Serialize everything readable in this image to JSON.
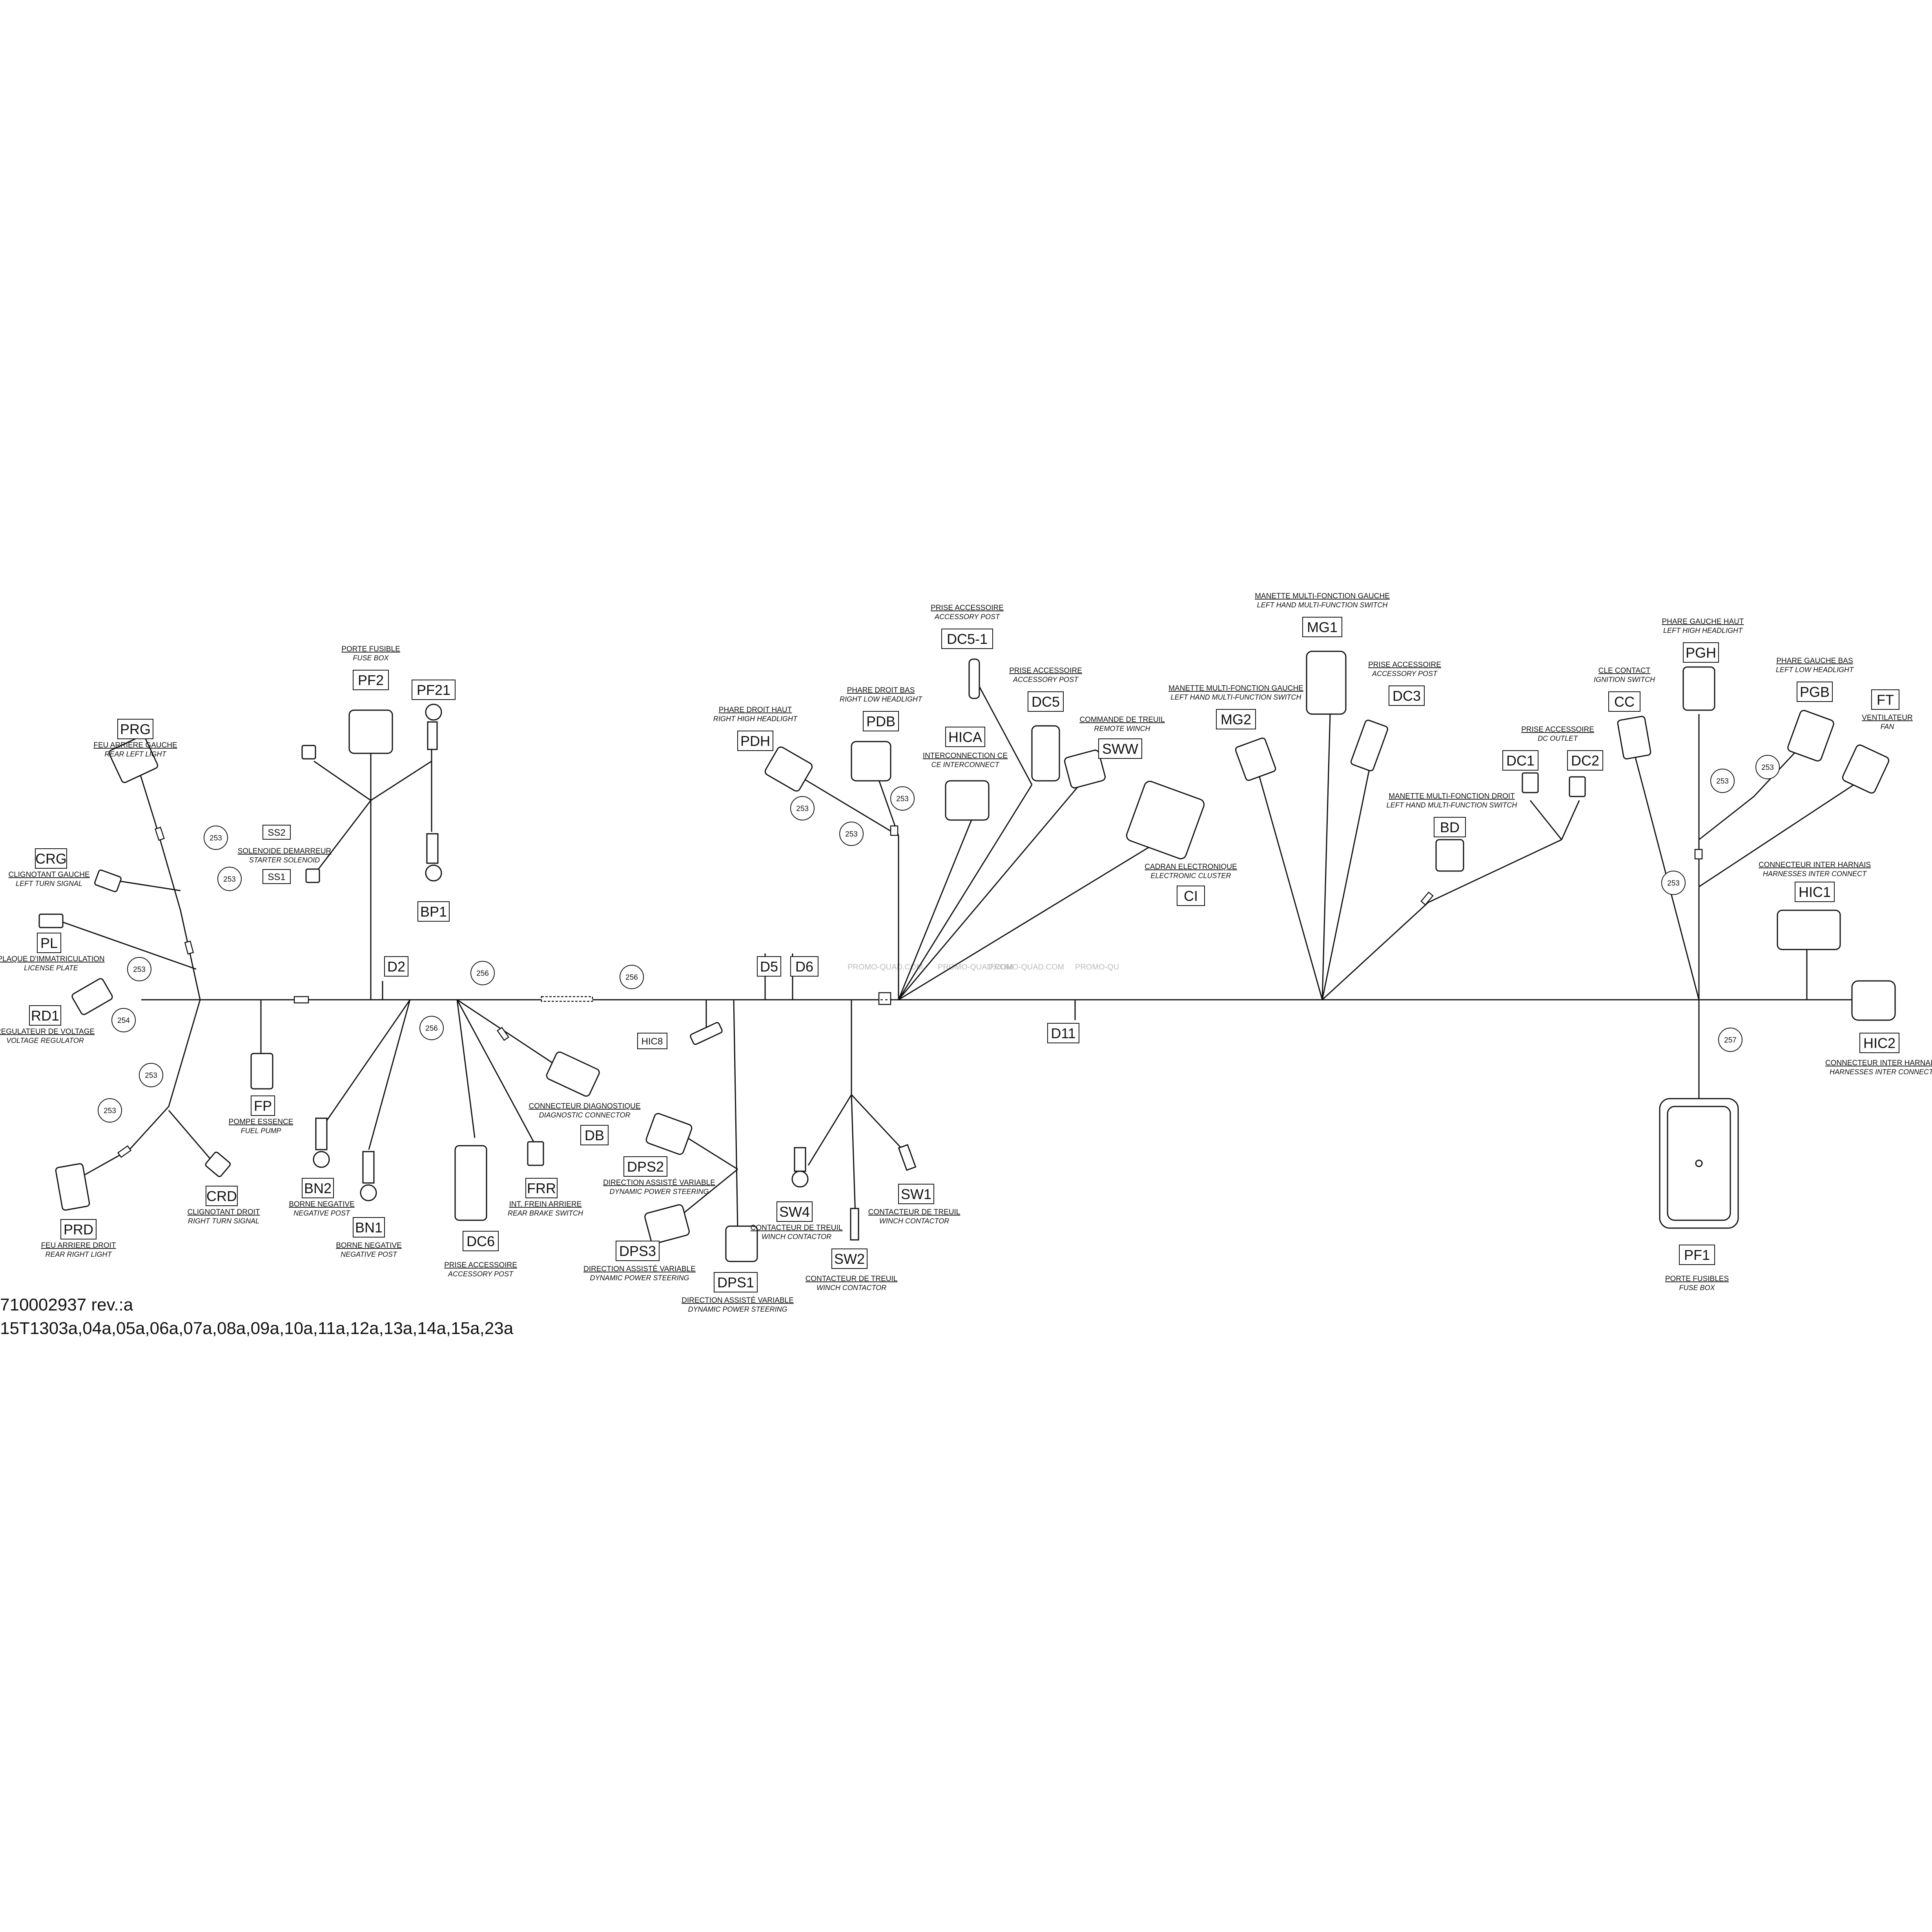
{
  "footer": {
    "part_number": "710002937 rev.:a",
    "applicability": "15T1303a,04a,05a,06a,07a,08a,09a,10a,11a,12a,13a,14a,15a,23a"
  },
  "watermark": [
    "PROMO-QUAD.COM",
    "PROMO-QUAD.COM",
    "PROMO-QUAD.COM",
    "PROMO-QU"
  ],
  "connectors": {
    "PRG": {
      "code": "PRG",
      "fr": "FEU ARRIERE GAUCHE",
      "en": "REAR LEFT LIGHT"
    },
    "CRG": {
      "code": "CRG",
      "fr": "CLIGNOTANT GAUCHE",
      "en": "LEFT TURN SIGNAL"
    },
    "PL": {
      "code": "PL",
      "fr": "PLAQUE D'IMMATRICULATION",
      "en": "LICENSE PLATE"
    },
    "RD1": {
      "code": "RD1",
      "fr": "REGULATEUR DE VOLTAGE",
      "en": "VOLTAGE REGULATOR"
    },
    "PRD": {
      "code": "PRD",
      "fr": "FEU ARRIERE DROIT",
      "en": "REAR RIGHT LIGHT"
    },
    "CRD": {
      "code": "CRD",
      "fr": "CLIGNOTANT DROIT",
      "en": "RIGHT TURN SIGNAL"
    },
    "FP": {
      "code": "FP",
      "fr": "POMPE ESSENCE",
      "en": "FUEL PUMP"
    },
    "PF2": {
      "code": "PF2",
      "fr": "PORTE FUSIBLE",
      "en": "FUSE BOX"
    },
    "PF21": {
      "code": "PF21"
    },
    "SS2": {
      "code": "SS2"
    },
    "SS1": {
      "code": "SS1"
    },
    "SS": {
      "fr": "SOLENOIDE DEMARREUR",
      "en": "STARTER SOLENOID"
    },
    "BP1": {
      "code": "BP1"
    },
    "D2": {
      "code": "D2"
    },
    "BN2": {
      "code": "BN2",
      "fr": "BORNE NEGATIVE",
      "en": "NEGATIVE POST"
    },
    "BN1": {
      "code": "BN1",
      "fr": "BORNE NEGATIVE",
      "en": "NEGATIVE POST"
    },
    "DC6": {
      "code": "DC6",
      "fr": "PRISE ACCESSOIRE",
      "en": "ACCESSORY POST"
    },
    "FRR": {
      "code": "FRR",
      "fr": "INT. FREIN ARRIERE",
      "en": "REAR BRAKE SWITCH"
    },
    "DB": {
      "code": "DB",
      "fr": "CONNECTEUR DIAGNOSTIQUE",
      "en": "DIAGNOSTIC CONNECTOR"
    },
    "HIC8": {
      "code": "HIC8"
    },
    "DPS2": {
      "code": "DPS2",
      "fr": "DIRECTION ASSISTÉ VARIABLE",
      "en": "DYNAMIC POWER STEERING"
    },
    "DPS3": {
      "code": "DPS3",
      "fr": "DIRECTION ASSISTÉ VARIABLE",
      "en": "DYNAMIC POWER STEERING"
    },
    "DPS1": {
      "code": "DPS1",
      "fr": "DIRECTION ASSISTÉ VARIABLE",
      "en": "DYNAMIC POWER STEERING"
    },
    "D5": {
      "code": "D5"
    },
    "D6": {
      "code": "D6"
    },
    "PDH": {
      "code": "PDH",
      "fr": "PHARE DROIT HAUT",
      "en": "RIGHT HIGH HEADLIGHT"
    },
    "PDB": {
      "code": "PDB",
      "fr": "PHARE DROIT BAS",
      "en": "RIGHT LOW HEADLIGHT"
    },
    "HICA": {
      "code": "HICA",
      "fr": "INTERCONNECTION CE",
      "en": "CE INTERCONNECT"
    },
    "DC5-1": {
      "code": "DC5-1",
      "fr": "PRISE ACCESSOIRE",
      "en": "ACCESSORY POST"
    },
    "DC5": {
      "code": "DC5",
      "fr": "PRISE ACCESSOIRE",
      "en": "ACCESSORY POST"
    },
    "SWW": {
      "code": "SWW",
      "fr": "COMMANDE DE TREUIL",
      "en": "REMOTE WINCH"
    },
    "CI": {
      "code": "CI",
      "fr": "CADRAN ELECTRONIQUE",
      "en": "ELECTRONIC CLUSTER"
    },
    "SW4": {
      "code": "SW4",
      "fr": "CONTACTEUR DE TREUIL",
      "en": "WINCH CONTACTOR"
    },
    "SW2": {
      "code": "SW2",
      "fr": "CONTACTEUR DE TREUIL",
      "en": "WINCH CONTACTOR"
    },
    "SW1": {
      "code": "SW1",
      "fr": "CONTACTEUR DE TREUIL",
      "en": "WINCH CONTACTOR"
    },
    "D11": {
      "code": "D11"
    },
    "MG1": {
      "code": "MG1",
      "fr": "MANETTE MULTI-FONCTION GAUCHE",
      "en": "LEFT HAND MULTI-FUNCTION SWITCH"
    },
    "MG2": {
      "code": "MG2",
      "fr": "MANETTE MULTI-FONCTION GAUCHE",
      "en": "LEFT HAND MULTI-FUNCTION SWITCH"
    },
    "DC3": {
      "code": "DC3",
      "fr": "PRISE ACCESSOIRE",
      "en": "ACCESSORY POST"
    },
    "DC1": {
      "code": "DC1",
      "fr": "PRISE ACCESSOIRE",
      "en": "DC OUTLET"
    },
    "DC2": {
      "code": "DC2"
    },
    "BD": {
      "code": "BD",
      "fr": "MANETTE MULTI-FONCTION DROIT",
      "en": "LEFT HAND MULTI-FUNCTION SWITCH"
    },
    "CC": {
      "code": "CC",
      "fr": "CLE CONTACT",
      "en": "IGNITION SWITCH"
    },
    "PGH": {
      "code": "PGH",
      "fr": "PHARE GAUCHE HAUT",
      "en": "LEFT HIGH HEADLIGHT"
    },
    "PGB": {
      "code": "PGB",
      "fr": "PHARE GAUCHE BAS",
      "en": "LEFT LOW HEADLIGHT"
    },
    "FT": {
      "code": "FT",
      "fr": "VENTILATEUR",
      "en": "FAN"
    },
    "HIC1": {
      "code": "HIC1",
      "fr": "CONNECTEUR INTER HARNAIS",
      "en": "HARNESSES INTER CONNECT"
    },
    "HIC2": {
      "code": "HIC2",
      "fr": "CONNECTEUR INTER HARNAIS",
      "en": "HARNESSES INTER CONNECT"
    },
    "PF1": {
      "code": "PF1",
      "fr": "PORTE FUSIBLES",
      "en": "FUSE BOX"
    }
  },
  "callouts": {
    "c253a": "253",
    "c253b": "253",
    "c253c": "253",
    "c254": "254",
    "c253d": "253",
    "c253e": "253",
    "c256a": "256",
    "c256b": "256",
    "c256c": "256",
    "c253f": "253",
    "c253g": "253",
    "c253h": "253",
    "c253i": "253",
    "c253j": "253",
    "c253k": "253",
    "c257": "257"
  }
}
